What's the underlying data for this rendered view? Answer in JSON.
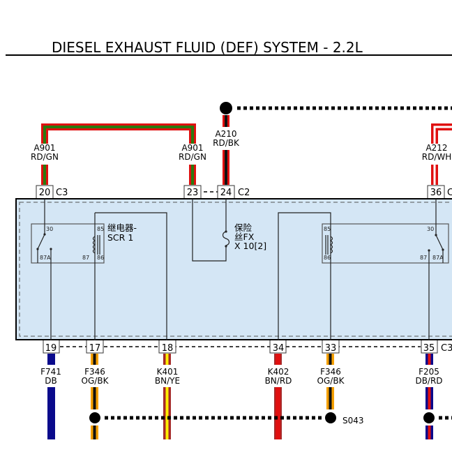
{
  "title": "DIESEL EXHAUST FLUID (DEF) SYSTEM - 2.2L",
  "colors": {
    "RD": "#e01010",
    "GN": "#2a7a10",
    "BK": "#111111",
    "WH": "#ffffff",
    "DB": "#0a0a8c",
    "OG": "#f5a000",
    "BN": "#a52a2a",
    "YE": "#ffee00",
    "module_fill": "#d4e6f5"
  },
  "top_wires": [
    {
      "circuit": "A901",
      "color": "RD/GN",
      "pin": "20",
      "connector": "C3"
    },
    {
      "circuit": "A901",
      "color": "RD/GN",
      "pin": "23",
      "connector": ""
    },
    {
      "circuit": "A210",
      "color": "RD/BK",
      "pin": "24",
      "connector": "C2"
    },
    {
      "circuit": "A212",
      "color": "RD/WH",
      "pin": "36",
      "connector": "C"
    }
  ],
  "bottom_wires": [
    {
      "circuit": "F741",
      "color": "DB",
      "pin": "19"
    },
    {
      "circuit": "F346",
      "color": "OG/BK",
      "pin": "17"
    },
    {
      "circuit": "K401",
      "color": "BN/YE",
      "pin": "18"
    },
    {
      "circuit": "K402",
      "color": "BN/RD",
      "pin": "34"
    },
    {
      "circuit": "F346",
      "color": "OG/BK",
      "pin": "33"
    },
    {
      "circuit": "F205",
      "color": "DB/RD",
      "pin": "35"
    }
  ],
  "bottom_connector": "C3",
  "relay_left": {
    "name_line1": "继电器-",
    "name_line2": "SCR 1",
    "pins": {
      "p30": "30",
      "p85": "85",
      "p86": "86",
      "p87": "87",
      "p87a": "87A"
    }
  },
  "relay_right": {
    "pins": {
      "p30": "30",
      "p85": "85",
      "p86": "86",
      "p87": "87",
      "p87a": "87A"
    }
  },
  "fuse": {
    "line1": "保险",
    "line2": "丝FX",
    "line3": "X 10[2]"
  },
  "splice": {
    "label": "S043"
  }
}
